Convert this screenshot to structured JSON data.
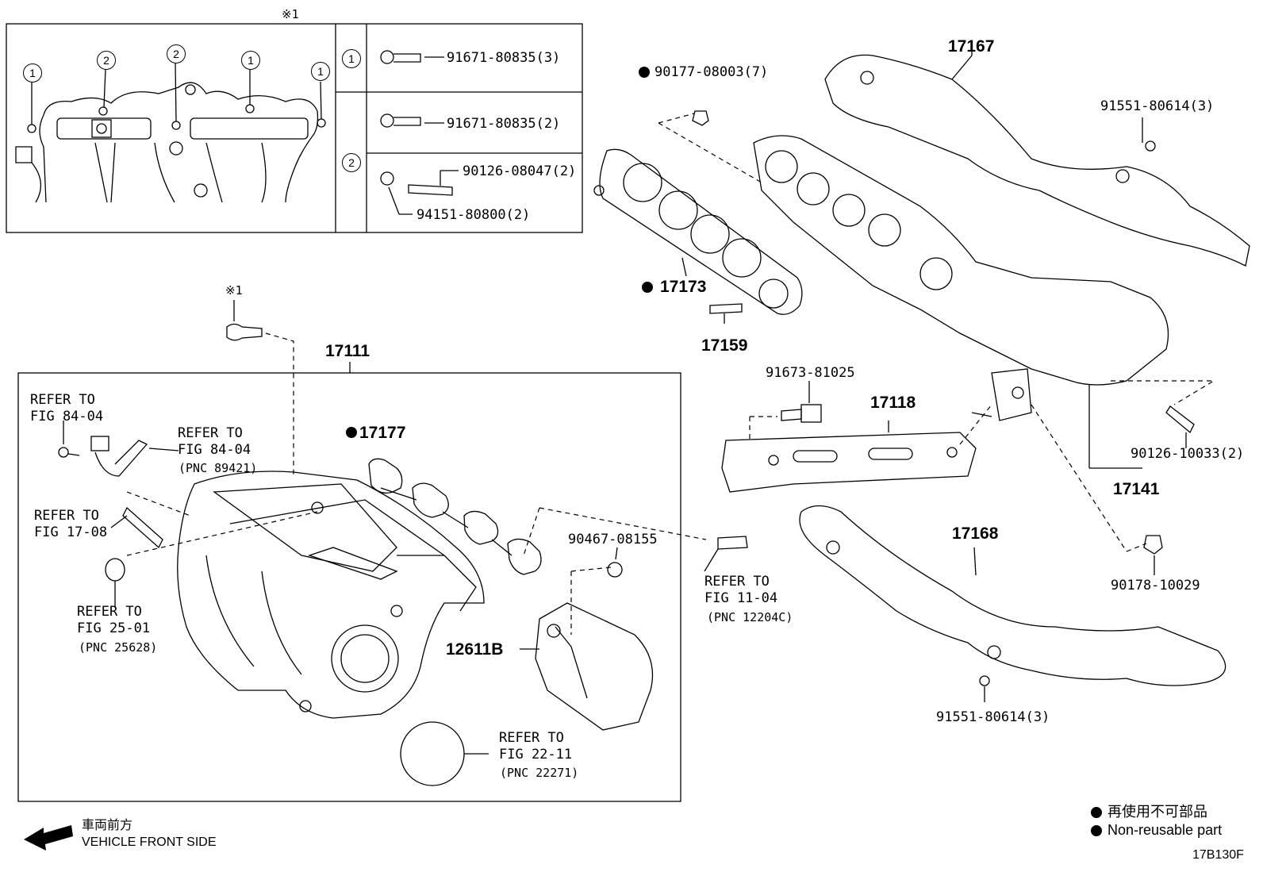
{
  "inset": {
    "note_mark": "※1",
    "rows": [
      {
        "key": "1",
        "parts": [
          "91671-80835(3)"
        ]
      },
      {
        "key": "1",
        "parts": [
          "91671-80835(2)"
        ]
      },
      {
        "key": "2",
        "parts": [
          "90126-08047(2)",
          "94151-80800(2)"
        ]
      }
    ],
    "callouts": [
      "1",
      "2",
      "2",
      "1",
      "1"
    ]
  },
  "labels": {
    "p17167": "17167",
    "p90177": "90177-08003(7)",
    "p91551_top": "91551-80614(3)",
    "p17173": "17173",
    "p17159": "17159",
    "p91673": "91673-81025",
    "p17118": "17118",
    "p90126_10033": "90126-10033(2)",
    "p17141": "17141",
    "p17168": "17168",
    "p90178": "90178-10029",
    "p91551_bot": "91551-80614(3)",
    "note_mark_main": "※1",
    "p17111": "17111",
    "p17177": "17177",
    "p90467": "90467-08155",
    "p12611B": "12611B",
    "ref_84_04_a": "REFER TO\nFIG 84-04",
    "ref_84_04_b": "REFER TO\nFIG 84-04",
    "pnc_89421": "(PNC 89421)",
    "ref_17_08": "REFER TO\nFIG 17-08",
    "ref_25_01": "REFER TO\nFIG 25-01",
    "pnc_25628": "(PNC 25628)",
    "ref_11_04": "REFER TO\nFIG 11-04",
    "pnc_12204c": "(PNC 12204C)",
    "ref_22_11": "REFER TO\nFIG 22-11",
    "pnc_22271": "(PNC 22271)"
  },
  "footer": {
    "front_jp": "車両前方",
    "front_en": "VEHICLE FRONT SIDE",
    "legend_jp": "再使用不可部品",
    "legend_en": "Non-reusable part",
    "code": "17B130F"
  }
}
